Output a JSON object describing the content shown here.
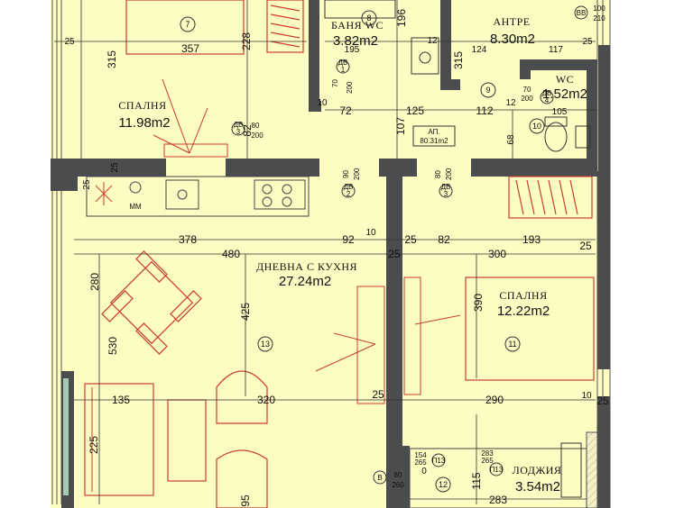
{
  "colors": {
    "floor": "#fdfcc2",
    "wall": "#4b4c4e",
    "furniture_red": "#cc3b2f",
    "line": "#444444",
    "outside": "#ffffff",
    "window": "#a9c8b1"
  },
  "rooms": {
    "bedroom_top": {
      "name": "СПАЛНЯ",
      "area": "11.98m2",
      "no": "7"
    },
    "bathroom": {
      "name": "БАНЯ WC",
      "area": "3.82m2",
      "no": "8"
    },
    "hall": {
      "name": "АНТРЕ",
      "area": "8.30m2",
      "no": "9"
    },
    "wc": {
      "name": "WC",
      "area": "1.52m2",
      "no": "10"
    },
    "bedroom_right": {
      "name": "СПАЛНЯ",
      "area": "12.22m2",
      "no": "11"
    },
    "loggia": {
      "name": "ЛОДЖИЯ",
      "area": "3.54m2",
      "no": "12"
    },
    "living": {
      "name": "ДНЕВНА С КУХНЯ",
      "area": "27.24m2",
      "no": "13"
    }
  },
  "apartment_tag": {
    "label": "АП.",
    "area": "80.31m2"
  },
  "kitchen_label": "ММ",
  "dimensions": {
    "d25_a": "25",
    "d357": "357",
    "d228": "228",
    "d315_a": "315",
    "d196": "196",
    "d195": "195",
    "d12_a": "12",
    "d124": "124",
    "d117": "117",
    "d25_b": "25",
    "d315_b": "315",
    "d10_a": "10",
    "d72": "72",
    "d125": "125",
    "d112": "112",
    "d12_b": "12",
    "d105": "105",
    "d107": "107",
    "d82_a": "82",
    "d68": "68",
    "d25_c": "25",
    "d25_d": "25",
    "d378": "378",
    "d92": "92",
    "d10_b": "10",
    "d25_e": "25",
    "d82_b": "82",
    "d193": "193",
    "d480": "480",
    "d25_f": "25",
    "d300": "300",
    "d25_g": "25",
    "d280": "280",
    "d425": "425",
    "d390": "390",
    "d530": "530",
    "d135": "135",
    "d320": "320",
    "d25_h": "25",
    "d290": "290",
    "d10_c": "10",
    "d25_i": "25",
    "d225": "225",
    "d95": "95",
    "d115": "115",
    "d283": "283",
    "d0": "0"
  },
  "doors": {
    "bb": {
      "code": "BB",
      "w": "100",
      "h": "210"
    },
    "d1": {
      "code": "ДВ",
      "sub": "3",
      "w": "80",
      "h": "200"
    },
    "d2": {
      "code": "ДВ",
      "sub": "1",
      "w": "70",
      "h": "200"
    },
    "d3": {
      "code": "ДВ",
      "sub": "2",
      "w": "90",
      "h": "200"
    },
    "d4": {
      "code": "ДВ",
      "sub": "3",
      "w": "80",
      "h": "200"
    },
    "d5": {
      "code": "ДВ",
      "sub": "4",
      "w": "70",
      "h": "200"
    },
    "p13": {
      "code": "П13",
      "w": "154",
      "h": "265"
    },
    "p13b": {
      "code": "П13",
      "w": "283",
      "h": "265"
    },
    "b": {
      "code": "В",
      "w": "80",
      "h": "260"
    }
  }
}
